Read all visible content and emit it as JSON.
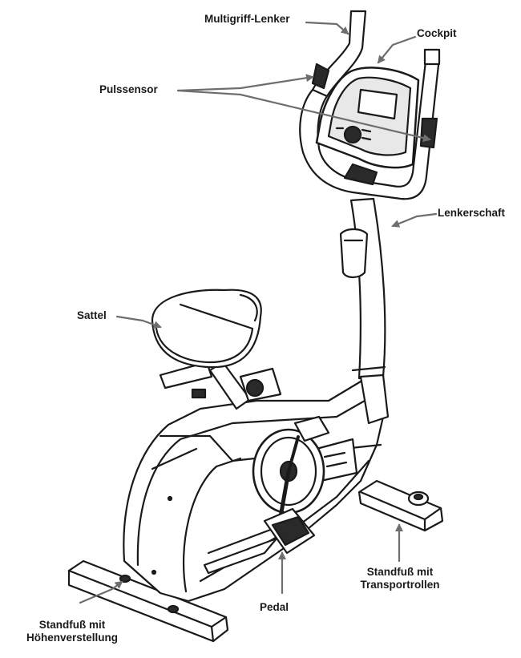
{
  "labels": {
    "multigriff": "Multigriff-Lenker",
    "cockpit": "Cockpit",
    "pulssensor": "Pulssensor",
    "lenkerschaft": "Lenkerschaft",
    "sattel": "Sattel",
    "standfuss_transport_line1": "Standfuß mit",
    "standfuss_transport_line2": "Transportrollen",
    "pedal": "Pedal",
    "standfuss_hoehe_line1": "Standfuß mit",
    "standfuss_hoehe_line2": "Höhenverstellung"
  },
  "colors": {
    "line": "#1a1a1a",
    "arrow": "#6e6e6e",
    "fill_light": "#ffffff",
    "fill_gray": "#d9d9d9",
    "fill_dark": "#2a2a2a"
  }
}
